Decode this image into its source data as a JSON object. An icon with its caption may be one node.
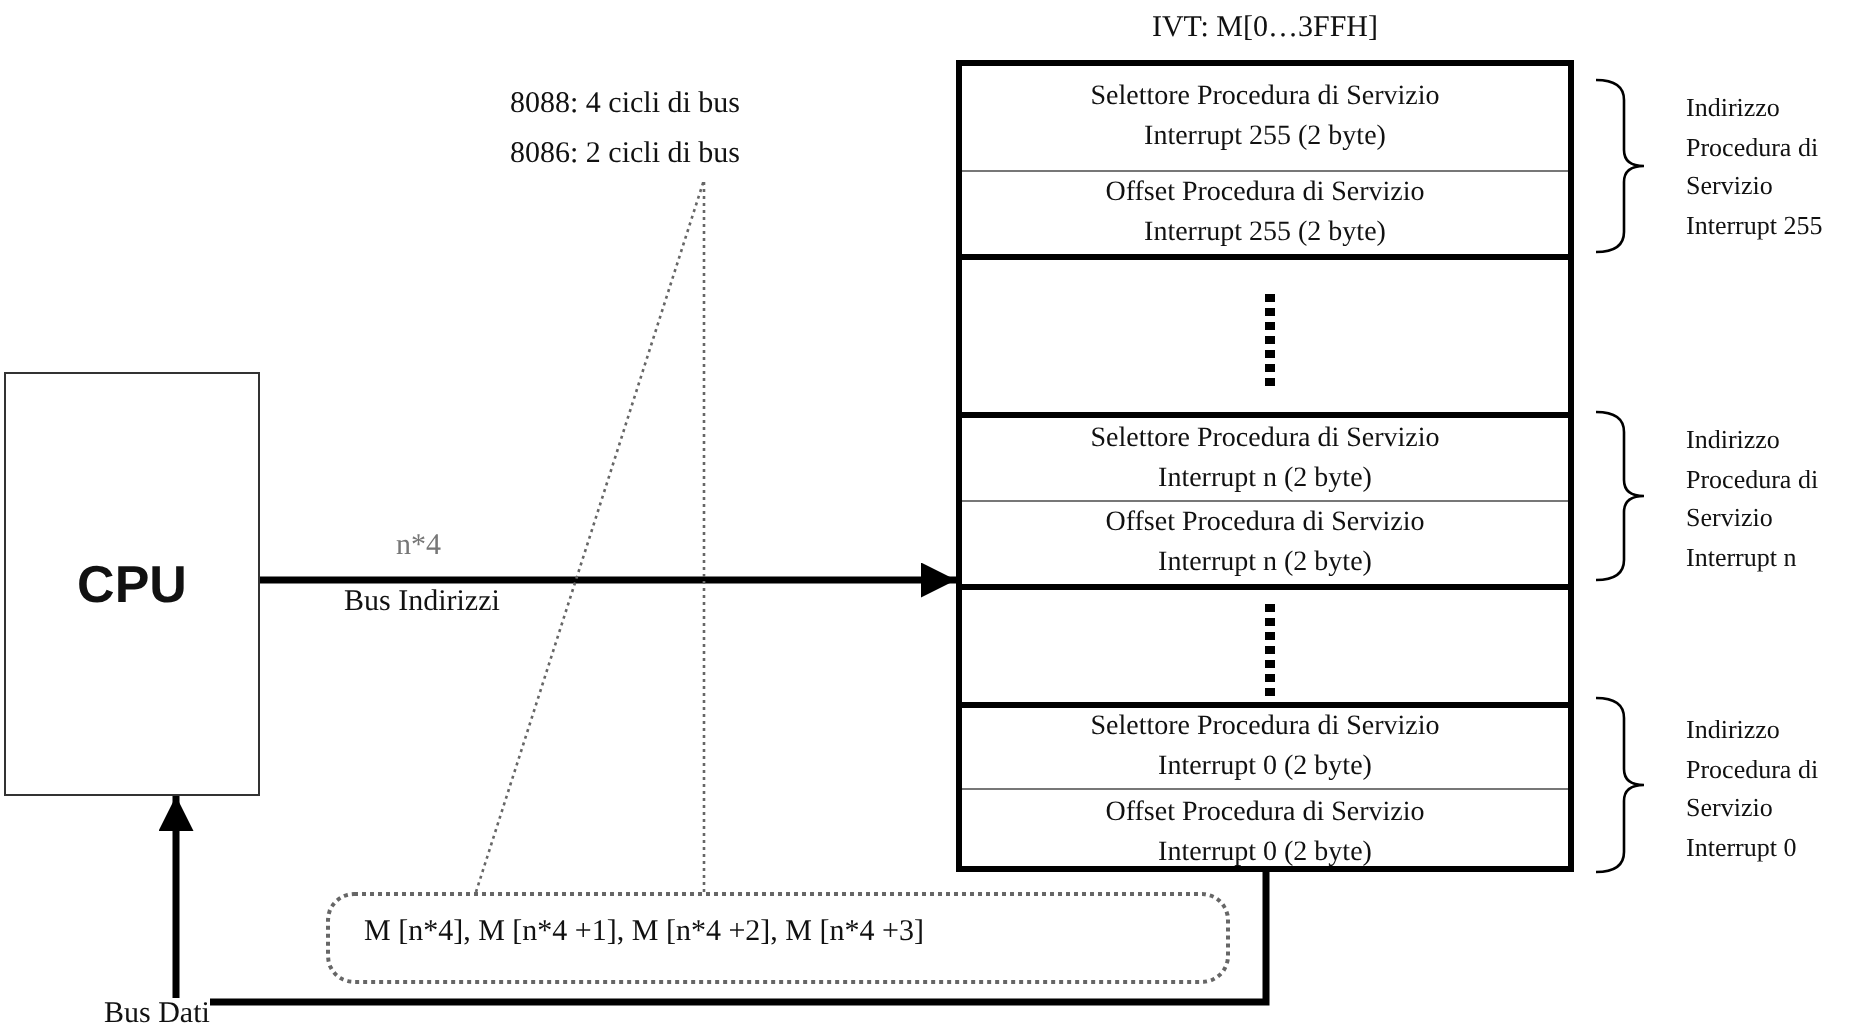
{
  "diagram": {
    "nodes": [
      {
        "text": [
          "CPU"
        ]
      },
      {
        "text": [
          "IVT: M[0…3FFH]"
        ]
      },
      {
        "text": [
          "Selettore Procedura di Servizio Interrupt 255 (2 byte)"
        ],
        "in": 1
      },
      {
        "text": [
          "Offset Procedura di Servizio Interrupt 255 (2 byte)"
        ],
        "in": 1
      },
      {
        "text": [],
        "shape": "box",
        "in": 1
      },
      {
        "text": [
          "Selettore Procedura di Servizio Interrupt n (2 byte)"
        ],
        "in": 1
      },
      {
        "text": [
          "Offset Procedura di Servizio Interrupt n (2 byte)"
        ],
        "in": 1
      },
      {
        "text": [],
        "shape": "box",
        "in": 1
      },
      {
        "text": [
          "Selettore Procedura di Servizio Interrupt 0 (2 byte)"
        ],
        "in": 1
      },
      {
        "text": [
          "Offset Procedura di Servizio Interrupt 0 (2 byte)"
        ],
        "in": 1
      },
      {
        "text": [
          "8088: 4 cicli di bus",
          "8086: 2 cicli di bus"
        ]
      },
      {
        "text": [
          "M [n*4], M [n*4 +1], M [n*4 +2], M [n*4 +3]"
        ]
      }
    ],
    "edges": [
      {
        "from": 0,
        "to": 1,
        "arrow": "to",
        "label": "Bus Indirizzi"
      },
      {
        "from": 1,
        "to": 0,
        "arrow": "to",
        "label": "Bus Dati"
      },
      {
        "from": 11,
        "to": 10,
        "arrow": "none",
        "style": "dashed",
        "color": "#666666"
      }
    ],
    "labels": [
      "Indirizzo Procedura di Servizio Interrupt 255",
      "Indirizzo Procedura di Servizio Interrupt n",
      "n*4",
      "Indirizzo Procedura di Servizio Interrupt 0"
    ]
  }
}
